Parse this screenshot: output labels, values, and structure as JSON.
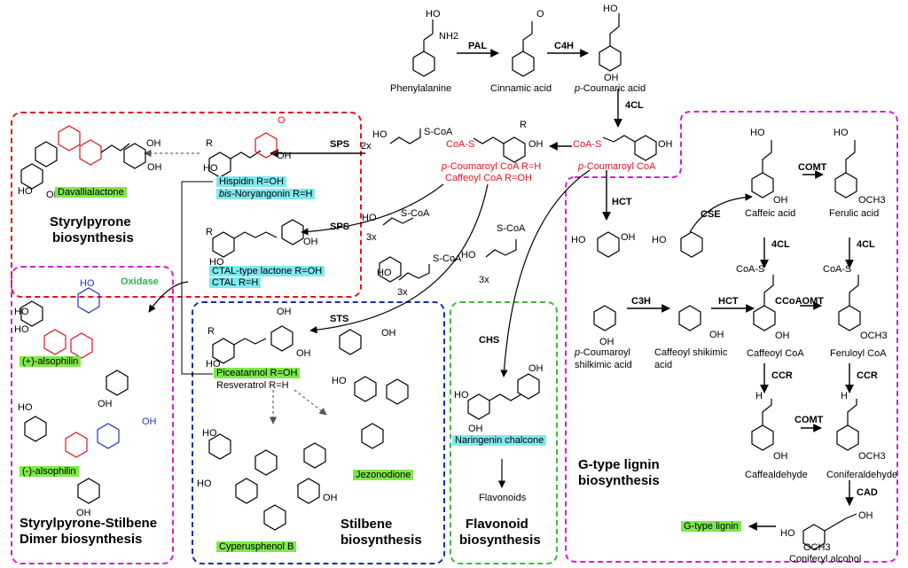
{
  "colors": {
    "red_box": "#e0141e",
    "magenta_box": "#d21fd6",
    "blue_box": "#1a2bb8",
    "green_box": "#3fb93a",
    "green_label": "#7ee84b",
    "cyan_label": "#7fe9ef",
    "red_text": "#e0141e",
    "blue_ring": "#2233cc",
    "oxidase": "#2db34a"
  },
  "enzymes": {
    "pal": "PAL",
    "c4h": "C4H",
    "fourcl": "4CL",
    "sps1": "SPS",
    "sps1_mult": "2x",
    "sps2": "SPS",
    "sps2_mult": "3x",
    "sts": "STS",
    "sts_mult": "3x",
    "chs": "CHS",
    "chs_mult": "3x",
    "hct1": "HCT",
    "cse": "CSE",
    "c3h": "C3H",
    "hct2": "HCT",
    "comt1": "COMT",
    "fourcl_b": "4CL",
    "fourcl_c": "4CL",
    "ccoaomt": "CCoAOMT",
    "ccr1": "CCR",
    "ccr2": "CCR",
    "comt2": "COMT",
    "cad": "CAD",
    "oxidase": "Oxidase"
  },
  "compounds": {
    "phenylalanine": "Phenylalanine",
    "cinnamic_acid": "Cinnamic acid",
    "p_coumaric_prefix": "p",
    "p_coumaric_rest": "-Coumaric acid",
    "coumaroyl_coa_p": "p",
    "coumaroyl_coa_rest": "-Coumaroyl CoA  R=H",
    "caffeoyl_coa_r": "Caffeoyl CoA  R=OH",
    "coumaroyl_coa2_p": "p",
    "coumaroyl_coa2_rest": "-Coumaroyl CoA",
    "hispidin": "Hispidin  R=OH",
    "bis_prefix": "bis",
    "bis_rest": "-Noryangonin  R=H",
    "ctal1": "CTAL-type lactone  R=OH",
    "ctal2": "CTAL  R=H",
    "davallialactone": "Davallialactone",
    "alsophilin_plus": "(+)-alsophilin",
    "alsophilin_minus": "(-)-alsophilin",
    "piceatannol": "Piceatannol   R=OH",
    "resveratrol": "Resveratrol   R=H",
    "jezonodione": "Jezonodione",
    "cyperusphenol": "Cyperusphenol B",
    "naringenin": "Naringenin chalcone",
    "flavonoids": "Flavonoids",
    "shikimic_p": "p",
    "shikimic_rest1": "-Coumaroyl",
    "shikimic_rest2": "shilkimic acid",
    "caffeoyl_shik1": "Caffeoyl shikimic",
    "caffeoyl_shik2": "acid",
    "caffeic": "Caffeic acid",
    "ferulic": "Ferulic acid",
    "caffeoyl_coa2": "Caffeoyl CoA",
    "feruloyl_coa": "Feruloyl CoA",
    "caffealdehyde": "Caffealdehyde",
    "coniferaldehyde": "Coniferaldehyde",
    "coniferyl": "Coniferyl alcohol",
    "g_lignin": "G-type lignin"
  },
  "sections": {
    "styryl1": "Styrylpyrone",
    "styryl2": "biosynthesis",
    "dimer1": "Styrylpyrone-Stilbene",
    "dimer2": "Dimer biosynthesis",
    "stilbene1": "Stilbene",
    "stilbene2": "biosynthesis",
    "flav1": "Flavonoid",
    "flav2": "biosynthesis",
    "lignin1": "G-type lignin",
    "lignin2": "biosynthesis"
  },
  "atoms": {
    "ho": "HO",
    "oh": "OH",
    "o": "O",
    "nh2": "NH2",
    "r": "R",
    "coas": "CoA-S",
    "scoa": "S-CoA",
    "och3": "OCH3",
    "h": "H"
  }
}
